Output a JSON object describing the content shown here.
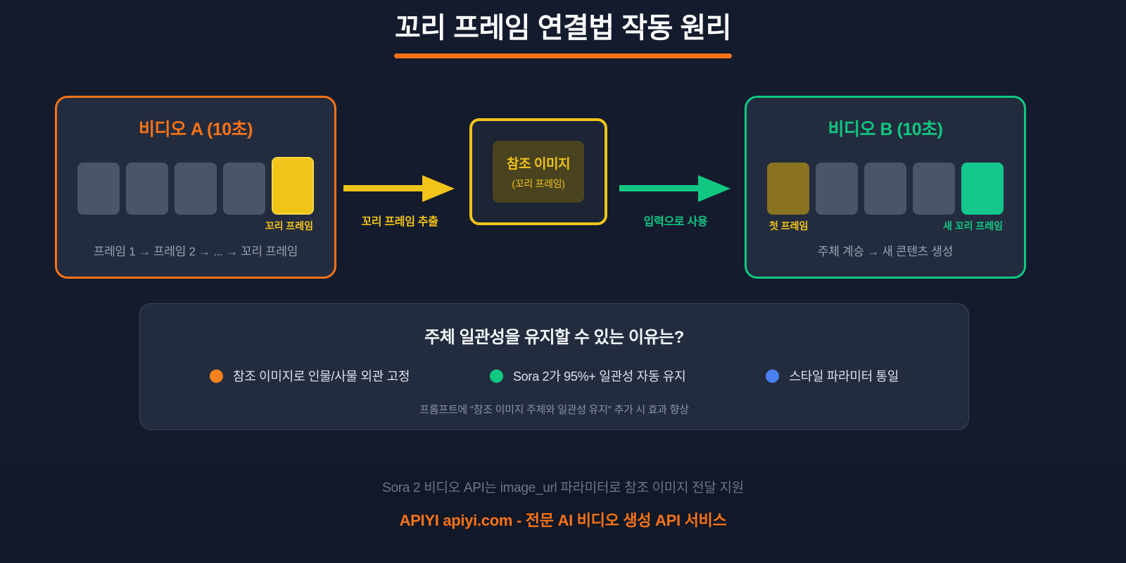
{
  "page": {
    "background_color": "#141b2d",
    "title": "꼬리 프레임 연결법 작동 원리"
  },
  "video_a": {
    "title": "비디오 A (10초)",
    "border_color": "#f97316",
    "frames": [
      {
        "kind": "normal",
        "color": "#4a5568"
      },
      {
        "kind": "normal",
        "color": "#4a5568"
      },
      {
        "kind": "normal",
        "color": "#4a5568"
      },
      {
        "kind": "normal",
        "color": "#4a5568"
      },
      {
        "kind": "tail",
        "color": "#f0c419"
      }
    ],
    "tail_label": "꼬리 프레임",
    "caption": "프레임 1 → 프레임 2 → ... → 꼬리 프레임"
  },
  "arrow_extract": {
    "label": "꼬리 프레임 추출",
    "color": "#f0c419"
  },
  "reference": {
    "title": "참조 이미지",
    "subtitle": "(꼬리 프레임)",
    "border_color": "#f0c419",
    "inner_color": "#4a431f"
  },
  "arrow_input": {
    "label": "입력으로 사용",
    "color": "#10c882"
  },
  "video_b": {
    "title": "비디오 B (10초)",
    "border_color": "#10c882",
    "frames": [
      {
        "kind": "first-inherit",
        "color": "#8a7320"
      },
      {
        "kind": "normal",
        "color": "#4a5568"
      },
      {
        "kind": "normal",
        "color": "#4a5568"
      },
      {
        "kind": "normal",
        "color": "#4a5568"
      },
      {
        "kind": "new-tail",
        "color": "#14c78c"
      }
    ],
    "first_label": "첫 프레임",
    "tail_label": "새 꼬리 프레임",
    "caption": "주체 계승 → 새 콘텐츠 생성"
  },
  "reasons": {
    "title": "주체 일관성을 유지할 수 있는 이유는?",
    "items": [
      {
        "label": "참조 이미지로 인물/사물 외관 고정",
        "color": "#f5821f"
      },
      {
        "label": "Sora 2가 95%+ 일관성 자동 유지",
        "color": "#10c882"
      },
      {
        "label": "스타일 파라미터 통일",
        "color": "#4a7ff0"
      }
    ],
    "note": "프롬프트에 \"참조 이미지 주체와 일관성 유지\" 추가 시 효과 향상"
  },
  "footer": {
    "line1": "Sora 2 비디오 API는 image_url 파라미터로 참조 이미지 전달 지원",
    "line2": "APIYI apiyi.com - 전문 AI 비디오 생성 API 서비스",
    "brand_color": "#f97316"
  }
}
